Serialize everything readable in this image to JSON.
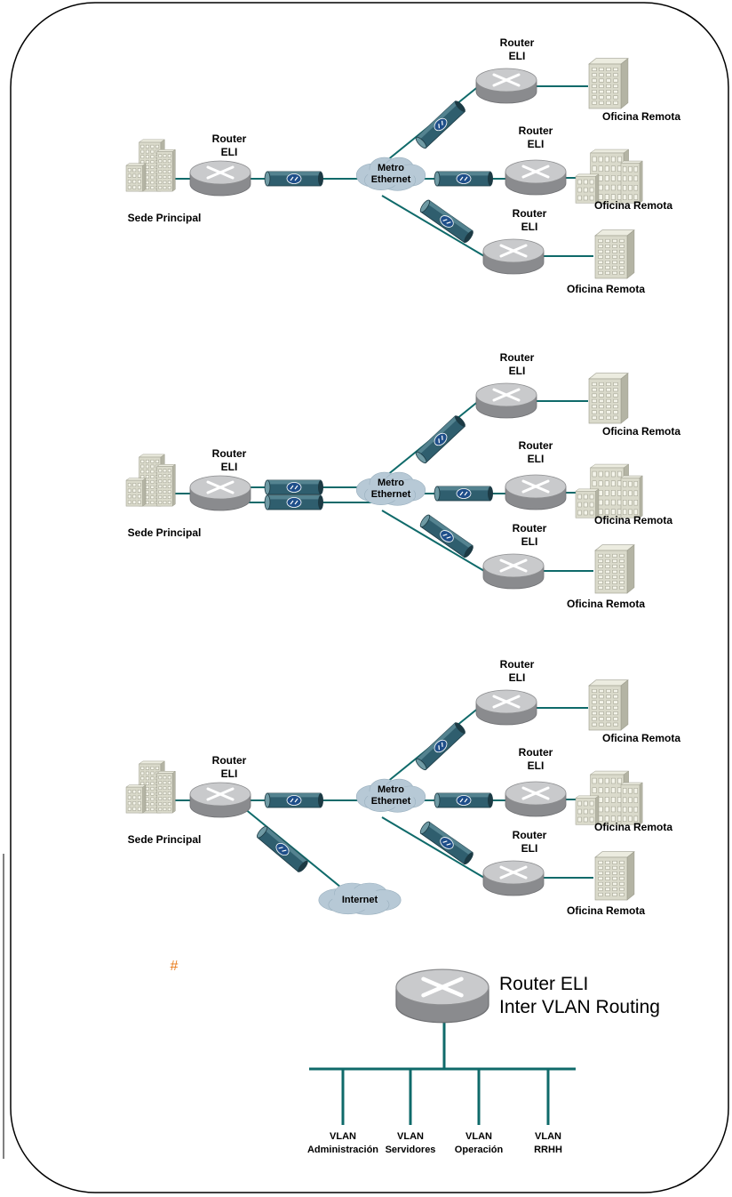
{
  "labels": {
    "router": "Router",
    "eli": "ELI",
    "sede": "Sede Principal",
    "oficina": "Oficina Remota",
    "metro1": "Metro",
    "metro2": "Ethernet",
    "internet": "Internet"
  },
  "bottom": {
    "hash": "#",
    "title1": "Router ELI",
    "title2": "Inter VLAN Routing",
    "vlan_word": "VLAN",
    "vlans": [
      "Administración",
      "Servidores",
      "Operación",
      "RRHH"
    ]
  },
  "colors": {
    "link": "#0f6a6a",
    "router_top": "#c9cacc",
    "router_side": "#8a8b8e",
    "cloud": "#b7c9d6",
    "tube": "#2f5e6e",
    "building": "#dadacb"
  }
}
